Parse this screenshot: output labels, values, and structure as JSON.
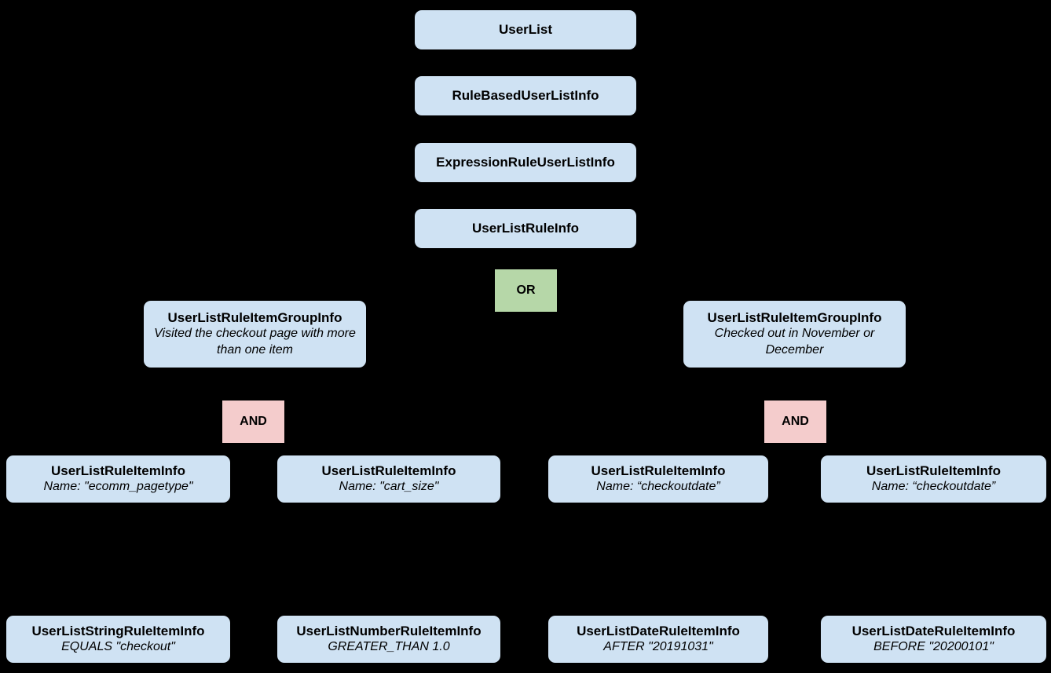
{
  "colors": {
    "background": "#000000",
    "node_fill": "#cfe2f3",
    "or_fill": "#b6d7a8",
    "and_fill": "#f4cccc",
    "text": "#000000"
  },
  "chain": [
    {
      "label": "UserList"
    },
    {
      "label": "RuleBasedUserListInfo"
    },
    {
      "label": "ExpressionRuleUserListInfo"
    },
    {
      "label": "UserListRuleInfo"
    }
  ],
  "operators": {
    "or": "OR",
    "and": "AND"
  },
  "groups": [
    {
      "title": "UserListRuleItemGroupInfo",
      "subtitle": "Visited the checkout page with more than one item"
    },
    {
      "title": "UserListRuleItemGroupInfo",
      "subtitle": "Checked out in November or December"
    }
  ],
  "rule_items": [
    {
      "title": "UserListRuleItemInfo",
      "subtitle": "Name: \"ecomm_pagetype\""
    },
    {
      "title": "UserListRuleItemInfo",
      "subtitle": "Name: \"cart_size\""
    },
    {
      "title": "UserListRuleItemInfo",
      "subtitle": "Name: “checkoutdate”"
    },
    {
      "title": "UserListRuleItemInfo",
      "subtitle": "Name: “checkoutdate”"
    }
  ],
  "leaf_items": [
    {
      "title": "UserListStringRuleItemInfo",
      "subtitle": "EQUALS \"checkout\""
    },
    {
      "title": "UserListNumberRuleItemInfo",
      "subtitle": "GREATER_THAN 1.0"
    },
    {
      "title": "UserListDateRuleItemInfo",
      "subtitle": "AFTER \"20191031\""
    },
    {
      "title": "UserListDateRuleItemInfo",
      "subtitle": "BEFORE \"20200101\""
    }
  ]
}
